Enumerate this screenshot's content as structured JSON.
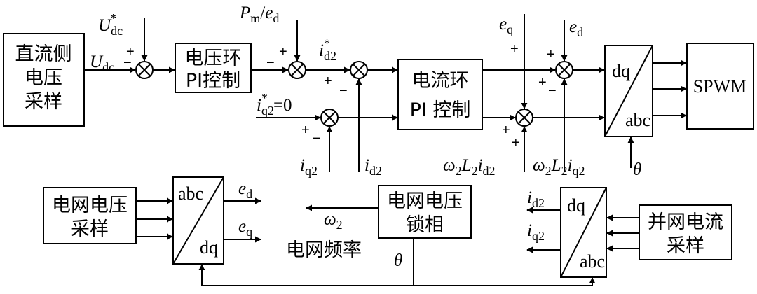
{
  "blocks": {
    "dc_voltage_sampling": [
      "直流侧",
      "电压",
      "采样"
    ],
    "voltage_loop_pi": [
      "电压环",
      "PI控制"
    ],
    "current_loop_pi": [
      "电流环",
      "PI 控制"
    ],
    "spwm": "SPWM",
    "grid_voltage_sampling": [
      "电网电压",
      "采样"
    ],
    "grid_voltage_pll": [
      "电网电压",
      "锁相"
    ],
    "grid_current_sampling": [
      "并网电流",
      "采样"
    ],
    "grid_frequency": "电网频率"
  },
  "transforms": {
    "top": {
      "top": "dq",
      "bottom": "abc"
    },
    "grid_voltage": {
      "top": "abc",
      "bottom": "dq"
    },
    "grid_current": {
      "top": "dq",
      "bottom": "abc"
    }
  },
  "signals": {
    "udc_ref": {
      "base": "U",
      "sub": "dc",
      "sup": "*"
    },
    "udc": {
      "base": "U",
      "sub": "dc"
    },
    "pm_ed": {
      "base1": "P",
      "sub1": "m",
      "mid": "/",
      "base2": "e",
      "sub2": "d"
    },
    "id2_ref": {
      "base": "i",
      "sub": "d2",
      "sup": "*"
    },
    "iq2_ref": {
      "base": "i",
      "sub": "q2",
      "sup": "*",
      "suffix": "=0"
    },
    "iq2": {
      "base": "i",
      "sub": "q2"
    },
    "id2": {
      "base": "i",
      "sub": "d2"
    },
    "eq": {
      "base": "e",
      "sub": "q"
    },
    "ed": {
      "base": "e",
      "sub": "d"
    },
    "w2L2id2": {
      "text": "ω",
      "sub1": "2",
      "L": "L",
      "sub2": "2",
      "i": "i",
      "sub3": "d2"
    },
    "w2L2iq2": {
      "text": "ω",
      "sub1": "2",
      "L": "L",
      "sub2": "2",
      "i": "i",
      "sub3": "q2"
    },
    "theta": "θ",
    "omega2": {
      "base": "ω",
      "sub": "2"
    }
  },
  "signs": {
    "plus": "+",
    "minus": "−"
  }
}
